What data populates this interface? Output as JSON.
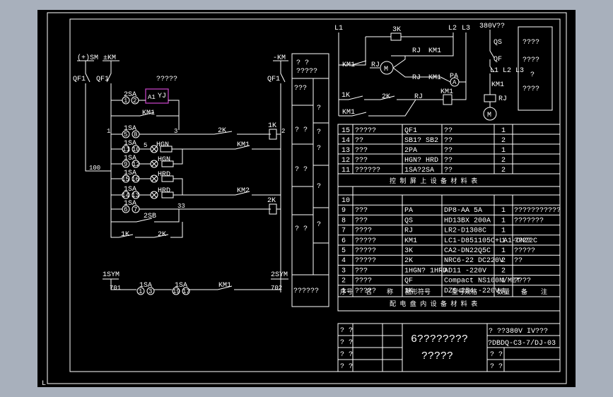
{
  "left_circuit": {
    "bus_labels": [
      "(+)SM",
      "±KM",
      "-KM"
    ],
    "breaker_labels": [
      "QF1",
      "QF1",
      "QF1"
    ],
    "relay_caption": "?????",
    "relay_label": "YJ",
    "relay_contact": "A1",
    "contact_km1": "KM1",
    "switches": [
      "2SA",
      "1SA",
      "1SA",
      "1SA",
      "1SA",
      "1SA",
      "1SA",
      "2SB"
    ],
    "terminals": [
      "1",
      "2",
      "5",
      "8",
      "11",
      "10",
      "9",
      "12",
      "15",
      "16",
      "14",
      "13",
      "6",
      "7"
    ],
    "lamps": [
      "HGN",
      "HGN",
      "HRD",
      "HRD"
    ],
    "wire_numbers": [
      "1",
      "3",
      "5",
      "100",
      "33",
      "2"
    ],
    "coil_1k": "1K",
    "coil_2k": "2K",
    "contact_2k": "2K",
    "contact_km1b": "KM1",
    "contact_km2": "KM2",
    "contact_1k": "1K",
    "contact_2kb": "2K",
    "sym_labels": [
      "1SYM",
      "2SYM"
    ],
    "sym_wires": [
      "701",
      "702"
    ],
    "sym_switches": [
      "1SA",
      "1SA"
    ],
    "sym_terminals": [
      "1",
      "3",
      "19",
      "17"
    ],
    "sym_contact": "KM1"
  },
  "desc_column": {
    "header": [
      "? ?",
      "?????"
    ],
    "cells": [
      "???",
      "?",
      "?",
      "? ?",
      "?",
      "? ?",
      "?",
      "? ?",
      "?",
      "??????"
    ]
  },
  "top_circuit": {
    "labels": [
      "L1",
      "L2",
      "L3",
      "3K",
      "RJ",
      "KM1",
      "KM1",
      "RJ",
      "M",
      "RJ",
      "KM1",
      "PA",
      "KM1",
      "A",
      "1K",
      "2K",
      "RJ",
      "KM1"
    ],
    "right_labels": [
      "380V??",
      "QS",
      "QF",
      "L1 L2 L3",
      "KM1",
      "RJ",
      "M"
    ],
    "side_box": [
      "????",
      "????",
      "?",
      "????"
    ]
  },
  "table_upper": {
    "rows": [
      {
        "no": "15",
        "name": "?????",
        "code": "QF1",
        "spec": "??",
        "qty": "1",
        "note": ""
      },
      {
        "no": "14",
        "name": "??",
        "code": "SB1? SB2",
        "spec": "??",
        "qty": "2",
        "note": ""
      },
      {
        "no": "13",
        "name": "???",
        "code": "2PA",
        "spec": "??",
        "qty": "1",
        "note": ""
      },
      {
        "no": "12",
        "name": "???",
        "code": "HGN? HRD",
        "spec": "??",
        "qty": "2",
        "note": ""
      },
      {
        "no": "11",
        "name": "??????",
        "code": "1SA?2SA",
        "spec": "??",
        "qty": "2",
        "note": ""
      }
    ],
    "caption": "控 制 屏 上 设 备 材 料 表"
  },
  "table_lower": {
    "rows": [
      {
        "no": "10",
        "name": "",
        "code": "",
        "spec": "",
        "qty": "",
        "note": ""
      },
      {
        "no": "9",
        "name": "???",
        "code": "PA",
        "spec": "DP8-AA 5A",
        "qty": "1",
        "note": "???????????"
      },
      {
        "no": "8",
        "name": "???",
        "code": "QS",
        "spec": "HD13BX 200A",
        "qty": "1",
        "note": "???????"
      },
      {
        "no": "7",
        "name": "????",
        "code": "RJ",
        "spec": "LR2-D1308C",
        "qty": "1",
        "note": ""
      },
      {
        "no": "6",
        "name": "?????",
        "code": "KM1",
        "spec": "LC1-D851105C+LA1-DN22C",
        "qty": "1",
        "note": "????"
      },
      {
        "no": "5",
        "name": "?????",
        "code": "3K",
        "spec": "CA2-DN22Q5C",
        "qty": "1",
        "note": "?????"
      },
      {
        "no": "4",
        "name": "?????",
        "code": "2K",
        "spec": "NRC6-22 DC220V",
        "qty": "2",
        "note": "??"
      },
      {
        "no": "3",
        "name": "???",
        "code": "1HGN? 1HRD",
        "spec": "AD11 -220V",
        "qty": "2",
        "note": ""
      },
      {
        "no": "2",
        "name": "????",
        "code": "QF",
        "spec": "Compact NS100N/MET",
        "qty": "1",
        "note": "????"
      },
      {
        "no": "1",
        "name": "?????",
        "code": "1K",
        "spec": "DZS-254 -220V",
        "qty": "1",
        "note": ""
      }
    ],
    "header": [
      "序号",
      "名",
      "称",
      "图形符号",
      "型号规格",
      "数量",
      "备",
      "注"
    ],
    "caption": "配 电 盘 内 设 备 材 料 表"
  },
  "title_block": {
    "left_cells": [
      "? ?",
      "? ?",
      "? ?",
      "? ?"
    ],
    "main_line1": "6????????",
    "main_line2": "?????",
    "right_top": "? ??380V IV???",
    "drawing_no": "?DBDQ-C3-7/DJ-03",
    "right_cells": [
      "? ?",
      "? ?"
    ]
  },
  "colors": {
    "background": "#a8b0bc",
    "canvas": "#000000",
    "lines": "#ffffff",
    "highlight": "#c040c0"
  },
  "corner_mark": "L"
}
